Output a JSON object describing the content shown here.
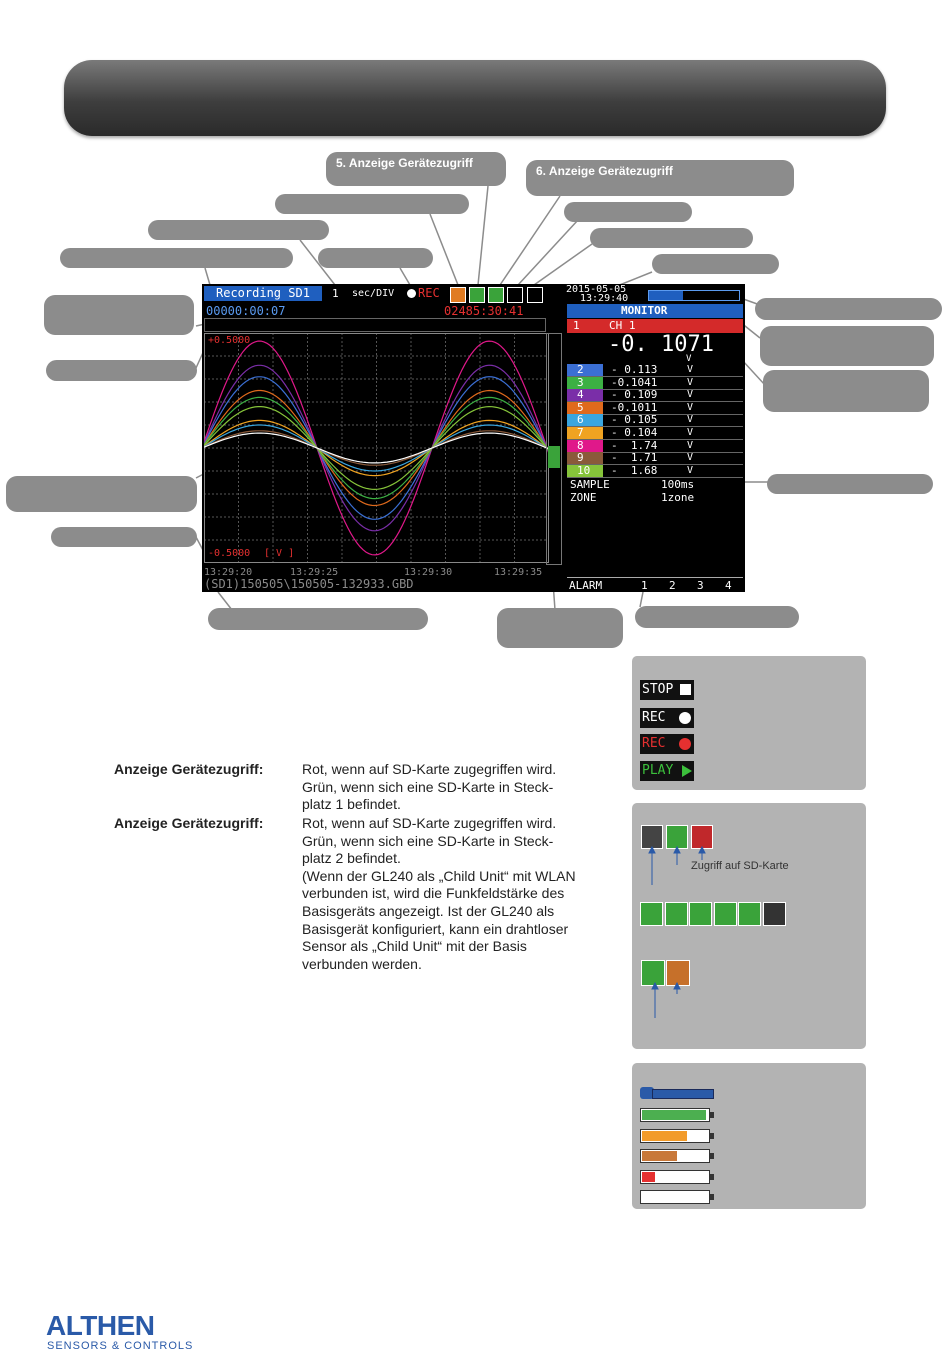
{
  "callouts": {
    "device_access_1": "5. Anzeige Gerätezugriff",
    "device_access_2": "6. Anzeige Gerätezugriff"
  },
  "screen": {
    "status_label": "Recording SD1",
    "time_div": "1",
    "time_div_unit": "sec/DIV",
    "rec_label": "REC",
    "elapsed": "00000:00:07",
    "remaining": "02485:30:41",
    "date": "2015-05-05",
    "time": "13:29:40",
    "y_max": "+0.5000",
    "y_min": "-0.5000",
    "y_unit": "[ V   ]",
    "x_ticks": [
      "13:29:20",
      "13:29:25",
      "13:29:30",
      "13:29:35"
    ],
    "file_path": "(SD1)150505\\150505-132933.GBD"
  },
  "monitor": {
    "title": "MONITOR",
    "ch1_num": "1",
    "ch1_name": "CH 1",
    "ch1_value": "-0. 1071",
    "ch1_unit": "V",
    "channels": [
      {
        "num": "2",
        "value": "- 0.113",
        "unit": "V",
        "color": "#3b6fd4"
      },
      {
        "num": "3",
        "value": "-0.1041",
        "unit": "V",
        "color": "#3cb043"
      },
      {
        "num": "4",
        "value": "- 0.109",
        "unit": "V",
        "color": "#7a2ea8"
      },
      {
        "num": "5",
        "value": "-0.1011",
        "unit": "V",
        "color": "#e06a1c"
      },
      {
        "num": "6",
        "value": "- 0.105",
        "unit": "V",
        "color": "#3aa6df"
      },
      {
        "num": "7",
        "value": "- 0.104",
        "unit": "V",
        "color": "#f0a321"
      },
      {
        "num": "8",
        "value": "-  1.74",
        "unit": "V",
        "color": "#e0188a"
      },
      {
        "num": "9",
        "value": "-  1.71",
        "unit": "V",
        "color": "#8a5a3a"
      },
      {
        "num": "10",
        "value": "-  1.68",
        "unit": "V",
        "color": "#86c43a"
      }
    ],
    "sample_label": "SAMPLE",
    "sample_value": "100ms",
    "zone_label": "ZONE",
    "zone_value": "1zone",
    "alarm_label": "ALARM",
    "alarm_nums": [
      "1",
      "2",
      "3",
      "4"
    ]
  },
  "modes": {
    "stop": "STOP",
    "rec": "REC",
    "rec_active": "REC",
    "play": "PLAY"
  },
  "sd_access_note": "Zugriff auf SD-Karte",
  "descriptions": [
    {
      "label": "Anzeige Gerätezugriff:",
      "text": "Rot, wenn auf SD-Karte zugegriffen wird.\nGrün, wenn sich eine SD-Karte in Steck-\nplatz 1 befindet."
    },
    {
      "label": "Anzeige Gerätezugriff:",
      "text": "Rot, wenn auf SD-Karte zugegriffen wird.\nGrün, wenn sich eine SD-Karte in Steck-\nplatz 2 befindet.\n(Wenn der GL240 als „Child Unit“ mit WLAN\nverbunden ist, wird die Funkfeldstärke des\nBasisgeräts angezeigt. Ist der GL240 als\nBasisgerät konfiguriert, kann ein drahtloser\nSensor als „Child Unit“ mit der Basis\nverbunden werden."
    }
  ],
  "battery_levels": [
    1.0,
    0.7,
    0.55,
    0.2,
    0.0
  ],
  "brand": {
    "name": "ALTHEN",
    "tagline": "SENSORS & CONTROLS",
    "color": "#2a5aa8"
  }
}
